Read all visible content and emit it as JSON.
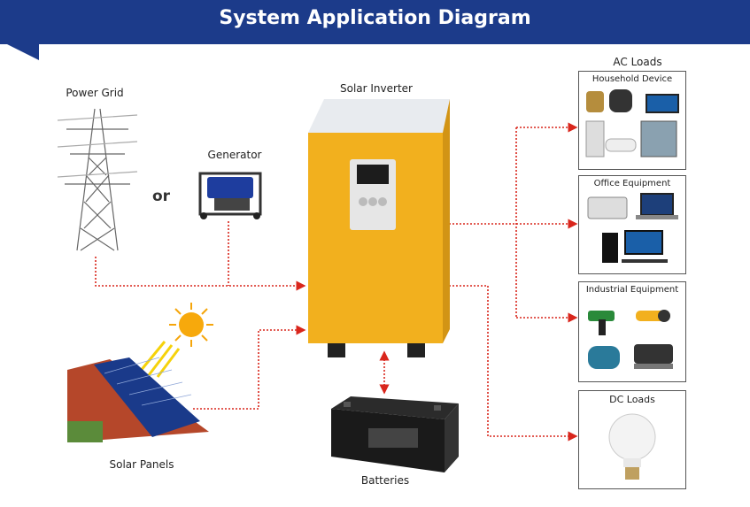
{
  "header": {
    "title": "System Application Diagram"
  },
  "sources": {
    "power_grid": "Power Grid",
    "connector_or": "or",
    "generator": "Generator",
    "solar_panels": "Solar Panels"
  },
  "center": {
    "inverter": "Solar Inverter",
    "batteries": "Batteries"
  },
  "loads": {
    "ac_heading": "AC Loads",
    "household": "Household Device",
    "office": "Office Equipment",
    "industrial": "Industrial Equipment",
    "dc_heading": "DC Loads"
  },
  "colors": {
    "banner": "#1c3b8a",
    "inverter_body": "#f2b01e",
    "connection_line": "#d9261c"
  }
}
